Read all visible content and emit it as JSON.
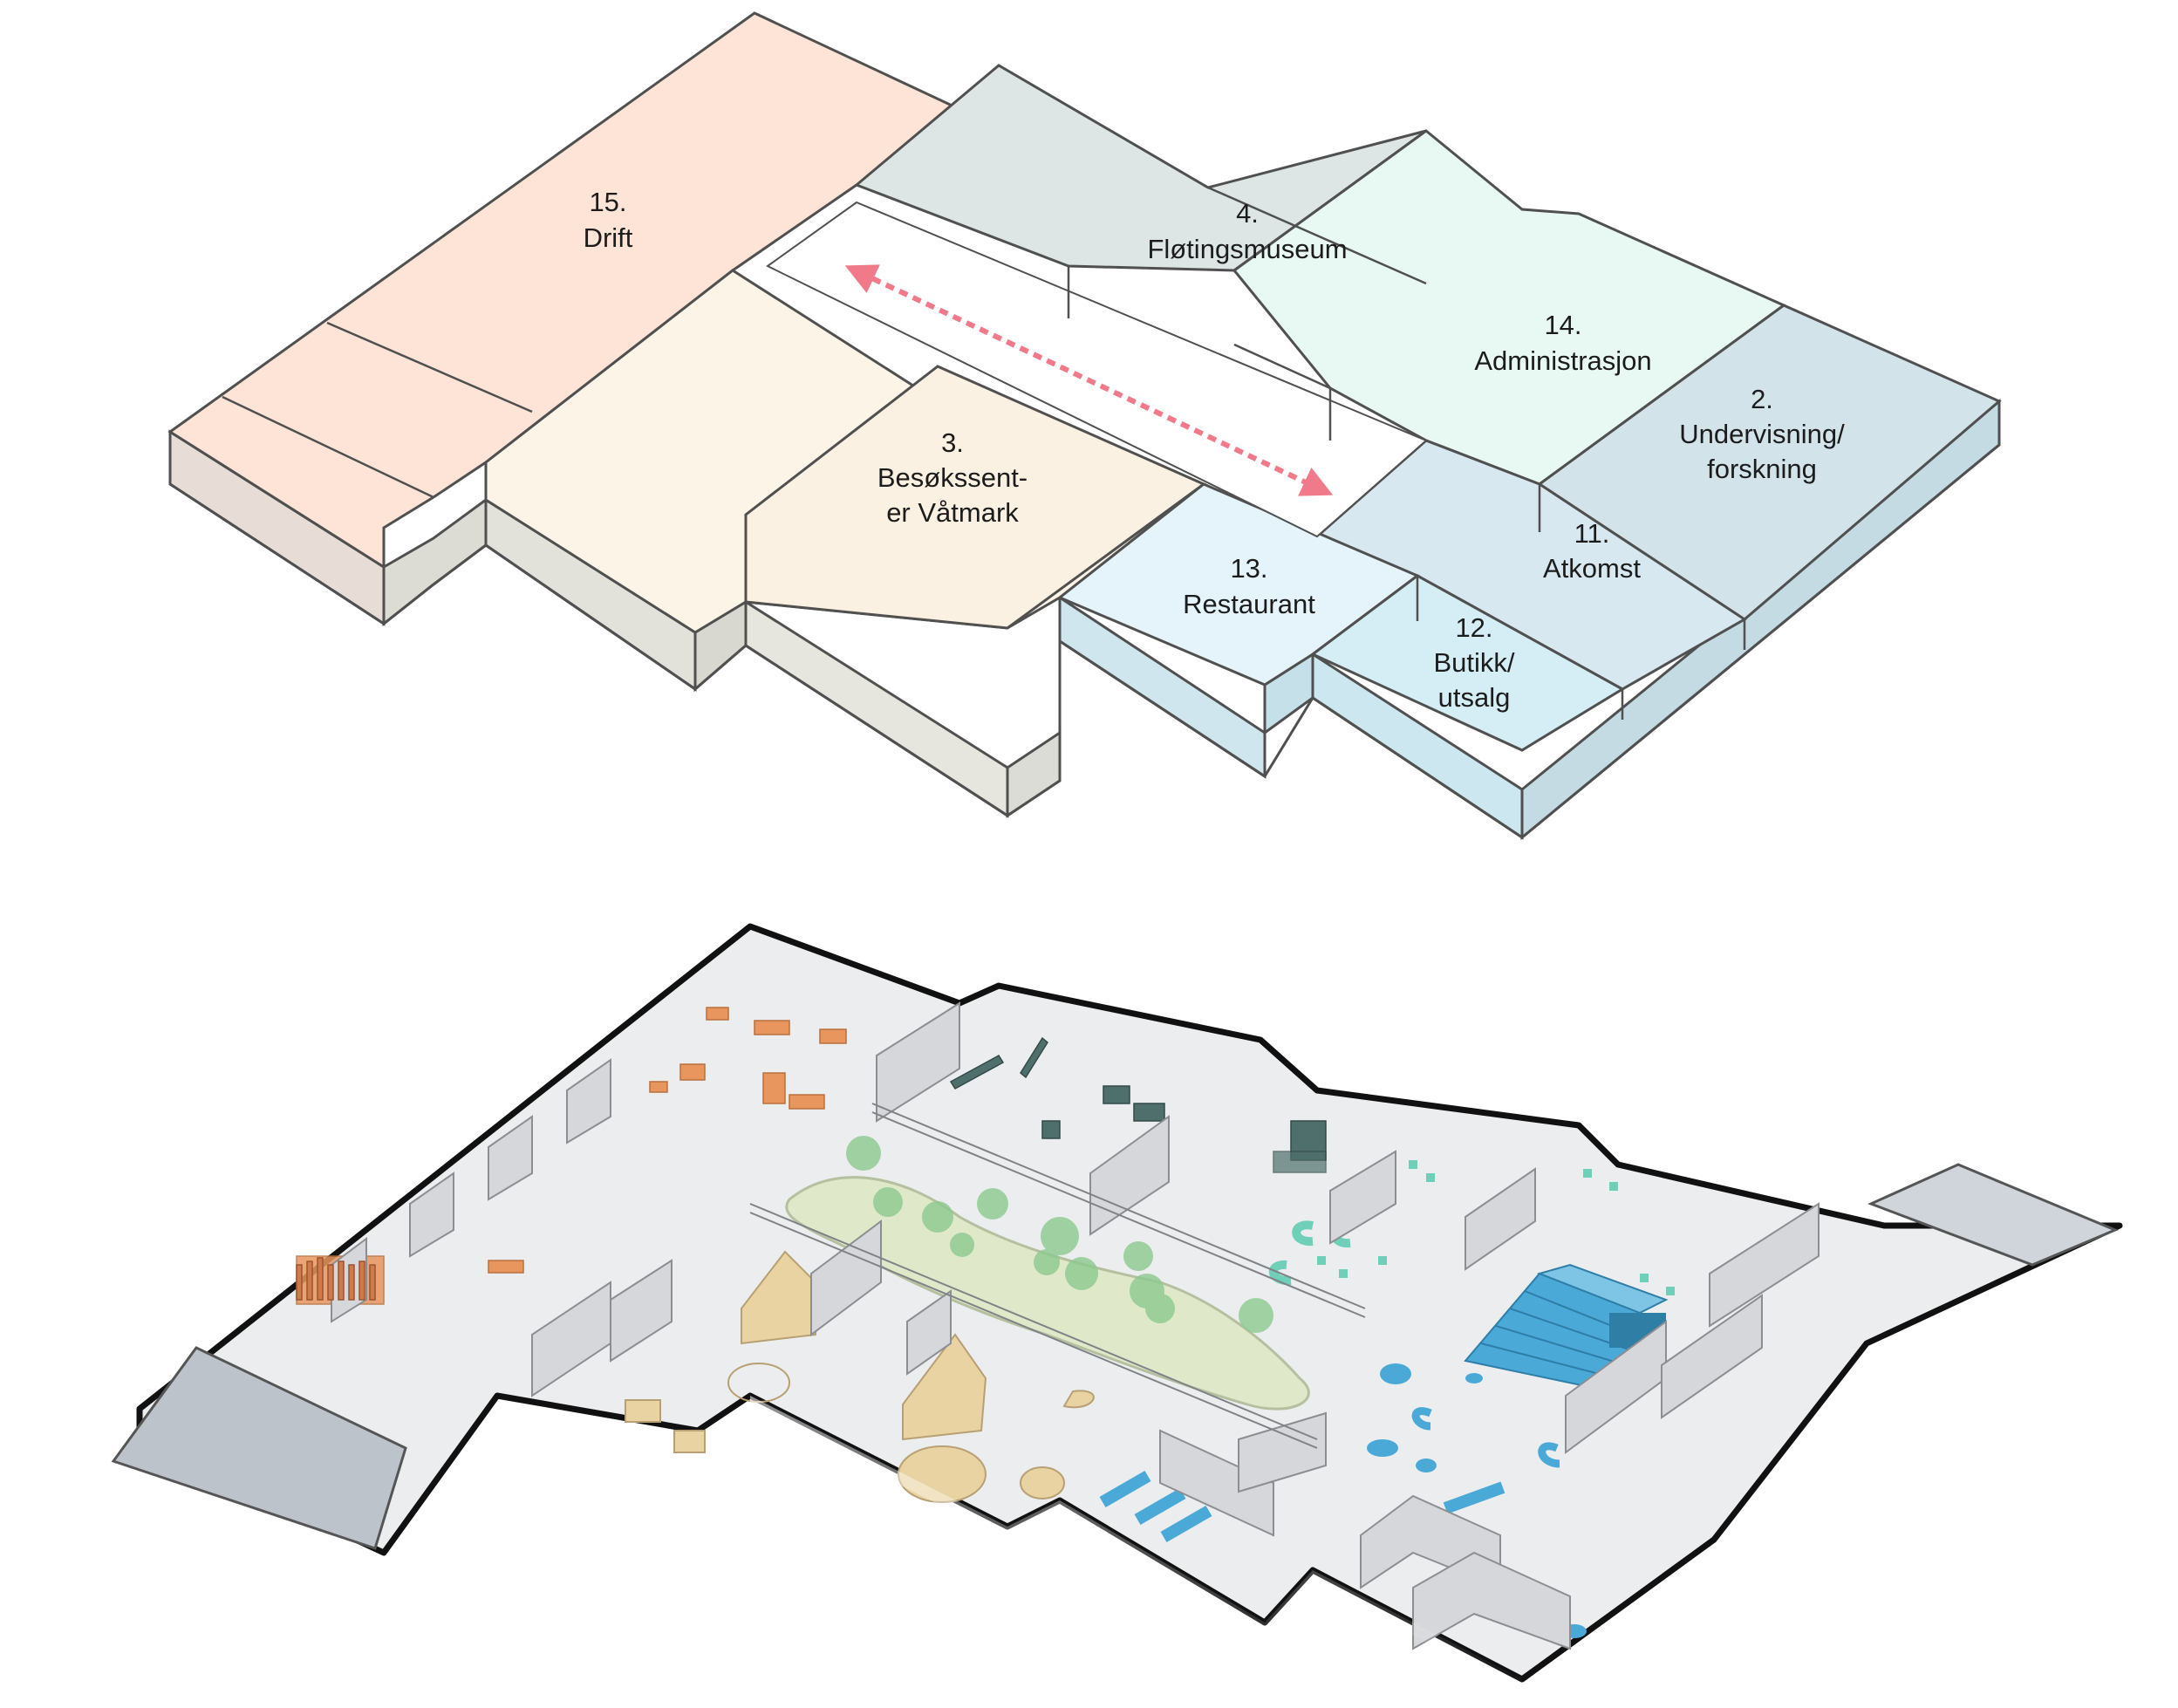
{
  "zones": [
    {
      "id": "drift",
      "number": "15.",
      "name": "Drift",
      "color": "#fde4d6"
    },
    {
      "id": "flotingsmuseum",
      "number": "4.",
      "name": "Fløtingsmuseum",
      "color": "#dde6e5"
    },
    {
      "id": "administrasjon",
      "number": "14.",
      "name": "Administrasjon",
      "color": "#e8f8f3"
    },
    {
      "id": "undervisning",
      "number": "2.",
      "name_lines": [
        "Undervisning/",
        "forskning"
      ],
      "color": "#d3e3ea"
    },
    {
      "id": "besokssenter",
      "number": "3.",
      "name_lines": [
        "Besøkssent-",
        "er Våtmark"
      ],
      "color": "#fdf4e8"
    },
    {
      "id": "restaurant",
      "number": "13.",
      "name": "Restaurant",
      "color": "#e5f4fa"
    },
    {
      "id": "atkomst",
      "number": "11.",
      "name": "Atkomst",
      "color": "#d8e8f0"
    },
    {
      "id": "butikk",
      "number": "12.",
      "name_lines": [
        "Butikk/",
        "utsalg"
      ],
      "color": "#d5eef6"
    }
  ],
  "circulation": {
    "arrow_color": "#f07a8a"
  },
  "colors": {
    "outline": "#505050",
    "wall_side": "#dcdcd8",
    "floor_plan": "#eceeef",
    "wetland": "#dfe8c8",
    "trees": "#8cc98f",
    "orange_furniture": "#e9965e",
    "sand_objects": "#ead3a2",
    "teal_objects": "#6fcfb9",
    "blue_objects": "#4aa9d6"
  }
}
